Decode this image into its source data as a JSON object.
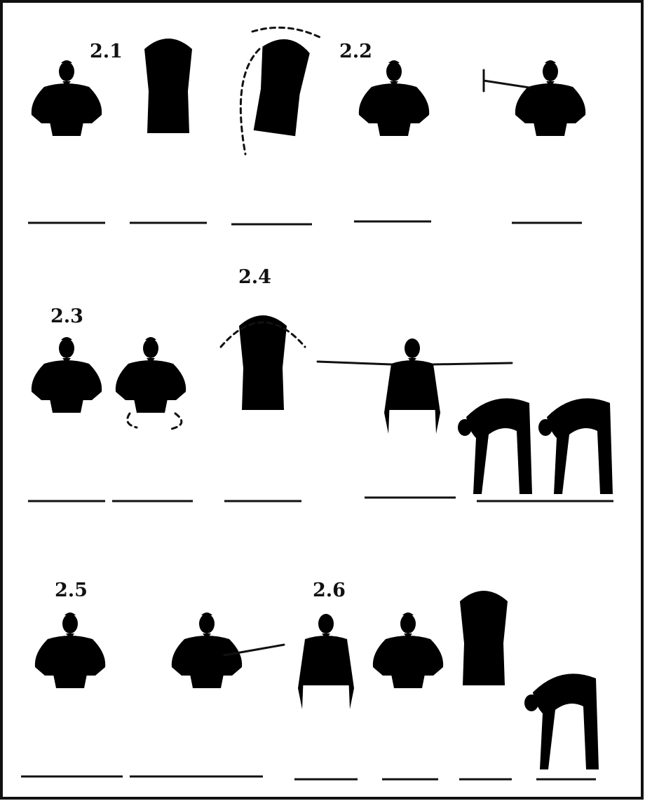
{
  "labels": {
    "ex_2_1": "2.1",
    "ex_2_2": "2.2",
    "ex_2_3": "2.3",
    "ex_2_4": "2.4",
    "ex_2_5": "2.5",
    "ex_2_6": "2.6"
  },
  "colors": {
    "ink": "#111111",
    "paper": "#ffffff"
  }
}
